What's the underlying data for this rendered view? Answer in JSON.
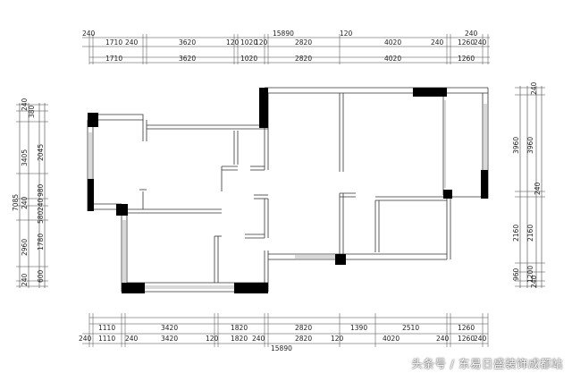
{
  "watermark": "头条号 / 东易日盛装饰成都站",
  "top_overall": [
    "240",
    "15890",
    "120",
    "240"
  ],
  "top_row1": [
    "1710",
    "240",
    "3620",
    "120",
    "1020",
    "120",
    "2820",
    "4020",
    "240",
    "1260",
    "240"
  ],
  "top_row2": [
    "1710",
    "3620",
    "1020",
    "2820",
    "4020",
    "1260"
  ],
  "bottom_row1": [
    "1110",
    "3420",
    "1820",
    "2820",
    "1390",
    "2510",
    "1260"
  ],
  "bottom_row2": [
    "240",
    "1110",
    "240",
    "3420",
    "120",
    "1820",
    "240",
    "2820",
    "120",
    "4020",
    "240",
    "1260",
    "240"
  ],
  "bottom_total": "15890",
  "left_outer": [
    "240",
    "380",
    "3405",
    "7085",
    "240",
    "2960",
    "240"
  ],
  "left_inner": [
    "2045",
    "980",
    "240",
    "580",
    "1780",
    "600"
  ],
  "right_outer": [
    "240",
    "3960",
    "2160",
    "960",
    "240"
  ],
  "right_inner": [
    "3960",
    "2160",
    "1200",
    "240"
  ]
}
